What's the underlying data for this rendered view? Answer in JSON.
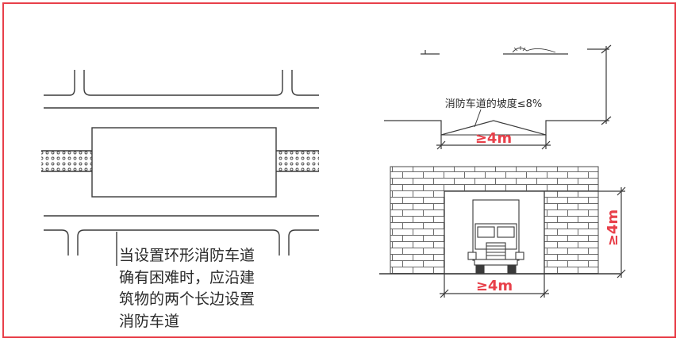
{
  "colors": {
    "frame": "#e8404a",
    "line": "#3a3a3a",
    "accent": "#e8404a",
    "text": "#2b2b2b"
  },
  "top_view": {
    "note_lines": [
      "当设置环形消防车道",
      "确有困难时，应沿建",
      "筑物的两个长边设置",
      "消防车道"
    ]
  },
  "section_view": {
    "slope_label": "消防车道的坡度≤8%",
    "width_label": "≥4m"
  },
  "clearance_view": {
    "width_label": "≥4m",
    "height_label": "≥4m"
  }
}
